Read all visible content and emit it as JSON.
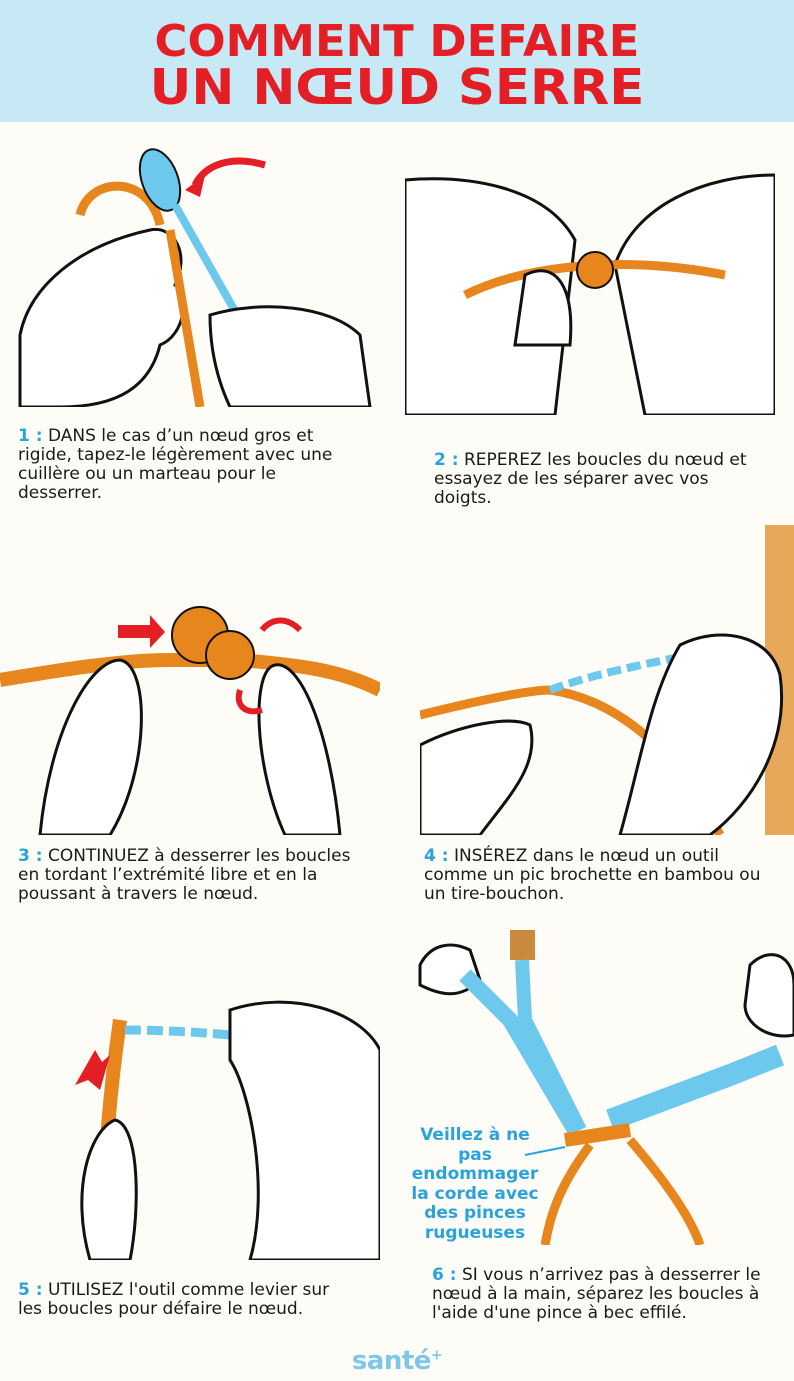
{
  "header": {
    "title_line1": "COMMENT DEFAIRE",
    "title_line2": "UN NŒUD SERRE",
    "background_color": "#c6e9f5",
    "title_color": "#e31e24"
  },
  "steps": [
    {
      "number": "1 :",
      "text": "DANS le cas d’un nœud gros et rigide, tapez-le légèrement avec une cuillère ou un marteau pour le desserrer.",
      "illustration": "hands-tapping-knot-with-spoon"
    },
    {
      "number": "2 :",
      "text": "REPEREZ les boucles du nœud et essayez de les séparer avec vos doigts.",
      "illustration": "fingers-separating-knot-loops"
    },
    {
      "number": "3 :",
      "text": "CONTINUEZ à desserrer les boucles en tordant l’extrémité libre et en la poussant à travers le nœud.",
      "illustration": "thumbs-twisting-knot-with-arrows"
    },
    {
      "number": "4 :",
      "text": "INSÉREZ dans le nœud un outil comme un pic brochette en bambou ou un tire-bouchon.",
      "illustration": "corkscrew-inserted-in-knot"
    },
    {
      "number": "5 :",
      "text": "UTILISEZ l'outil comme levier sur les boucles pour défaire le nœud.",
      "illustration": "corkscrew-levering-knot"
    },
    {
      "number": "6 :",
      "text": "SI vous n’arrivez pas à desserrer le nœud à la main, séparez les boucles à l'aide d'une pince à bec effilé.",
      "illustration": "needle-nose-pliers-on-knot"
    }
  ],
  "callout": {
    "text": "Veillez à ne pas endommager la corde avec des pinces rugueuses",
    "color": "#2aa3dc"
  },
  "footer": {
    "logo_text": "santé",
    "logo_superscript": "+",
    "logo_color": "#7ec7ea"
  },
  "colors": {
    "rope": "#e8861e",
    "tool": "#6cc8ec",
    "arrow": "#e31e24",
    "accent": "#2aa3dc",
    "background": "#fdfcf6"
  }
}
